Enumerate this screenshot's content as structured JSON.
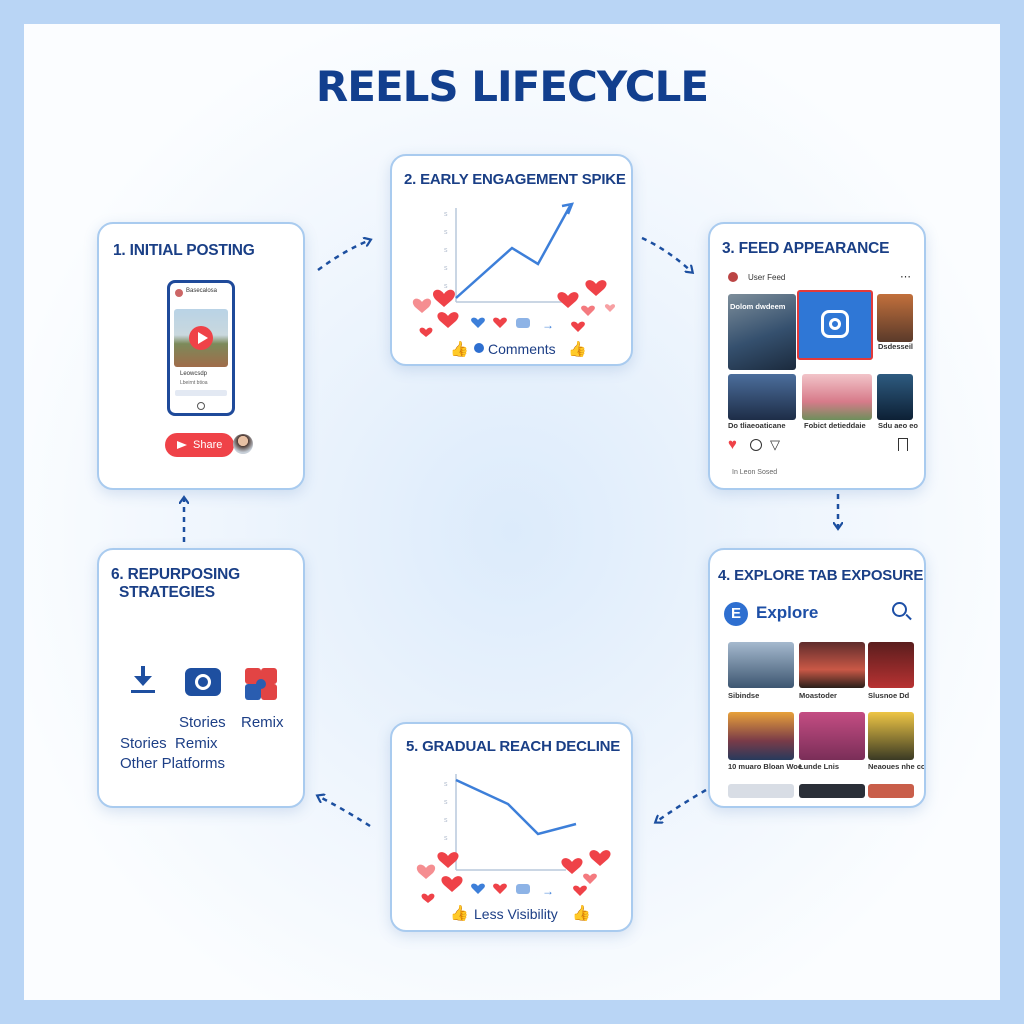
{
  "title": "REELS LIFECYCLE",
  "stages": {
    "s1": {
      "title": "1. INITIAL POSTING",
      "phone_user": "Basecalosa",
      "phone_caption": "Leowcsdp",
      "phone_sub": "Lbeirnt btioa",
      "share_label": "Share"
    },
    "s2": {
      "title": "2. EARLY ENGAGEMENT SPIKE",
      "footer_label": "Comments"
    },
    "s3": {
      "title": "3. FEED APPEARANCE",
      "feed_label": "User Feed",
      "captions": [
        "Dolom dwdeem",
        "Dsdesseil",
        "Do tliaeoaticane",
        "Fobict detieddaie",
        "Sdu aeo eo"
      ],
      "footer": "In Leon Sosed"
    },
    "s4": {
      "title": "4. EXPLORE TAB EXPOSURE",
      "explore_label": "Explore",
      "captions": [
        "Sibindse",
        "Moastoder",
        "Slusnoe Dd",
        "10 muaro Bloan Woe",
        "Lunde Lnis",
        "Neaoues nhe co s"
      ]
    },
    "s5": {
      "title": "5. GRADUAL REACH DECLINE",
      "footer_label": "Less Visibility"
    },
    "s6": {
      "title_line1": "6. REPURPOSING",
      "title_line2": "STRATEGIES",
      "icon_labels": [
        "Stories",
        "Remix"
      ],
      "text_line1": "Stories  Remix",
      "text_line2": "Other Platforms"
    }
  },
  "icons": [
    "download-icon",
    "camera-icon",
    "puzzle-icon",
    "heart-icon",
    "thumbs-up-icon",
    "comment-icon",
    "search-icon"
  ],
  "colors": {
    "title": "#123f8e",
    "accent_blue": "#3d7fd9",
    "heart_red": "#ef4248",
    "border": "#a9cbef"
  }
}
